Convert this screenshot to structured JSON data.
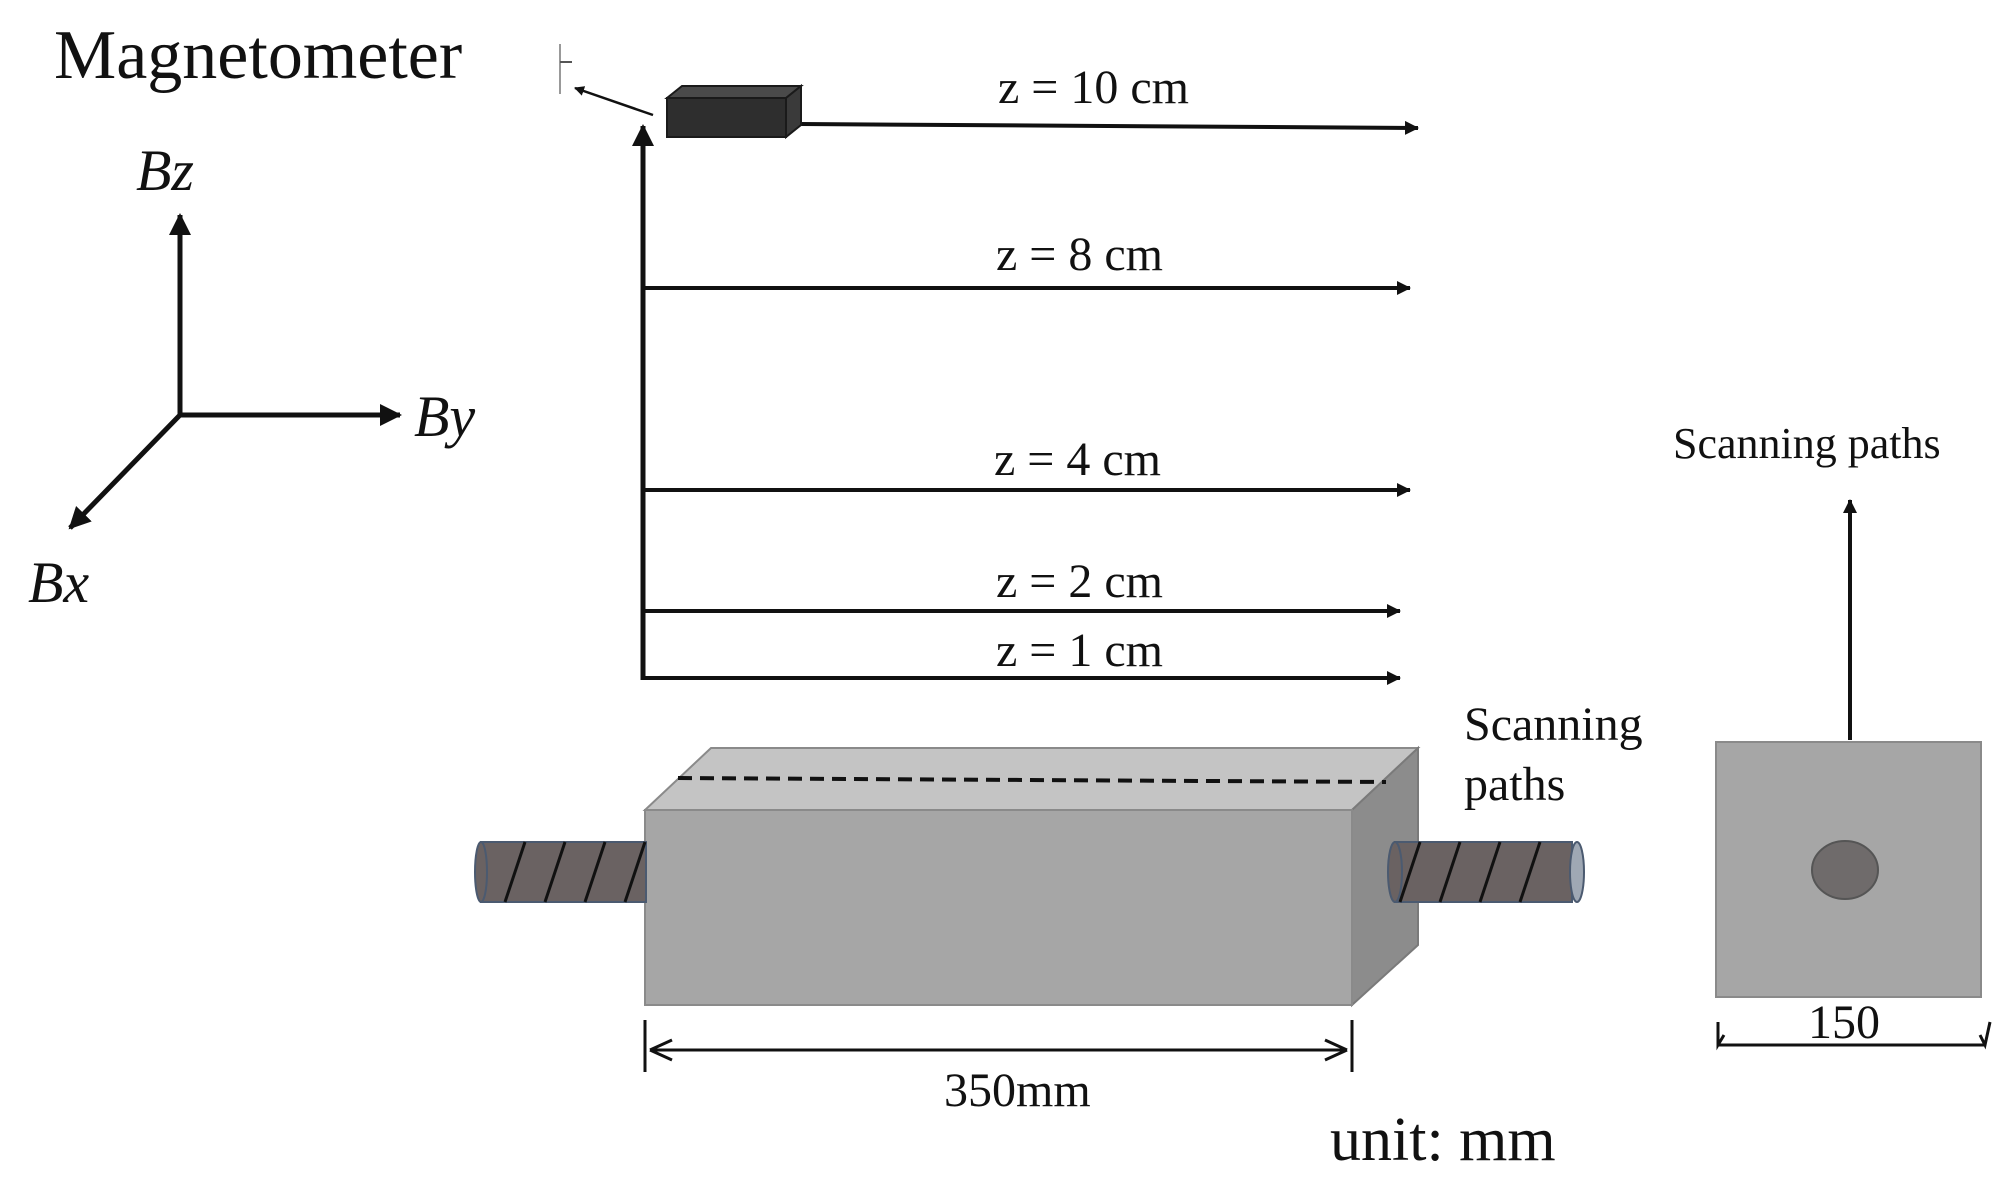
{
  "labels": {
    "magnetometer": "Magnetometer",
    "axis_bz": "Bz",
    "axis_by": "By",
    "axis_bx": "Bx",
    "scanning_paths_right": "Scanning paths",
    "scanning_paths_line1": "Scanning",
    "scanning_paths_line2": "paths",
    "length_dim": "350mm",
    "width_dim": "150",
    "unit": "unit: mm"
  },
  "heights": [
    {
      "label": "z = 10 cm"
    },
    {
      "label": "z = 8 cm"
    },
    {
      "label": "z = 4 cm"
    },
    {
      "label": "z = 2 cm"
    },
    {
      "label": "z = 1 cm"
    }
  ],
  "colors": {
    "ink": "#111111",
    "concrete_front": "#a6a6a6",
    "concrete_top": "#c4c4c4",
    "concrete_side": "#8c8c8c",
    "rebar": "#6a6262",
    "rebar_end": "#9fa8b4",
    "sensor": "#2e2e2e",
    "section_circle": "#6f6b6b"
  }
}
